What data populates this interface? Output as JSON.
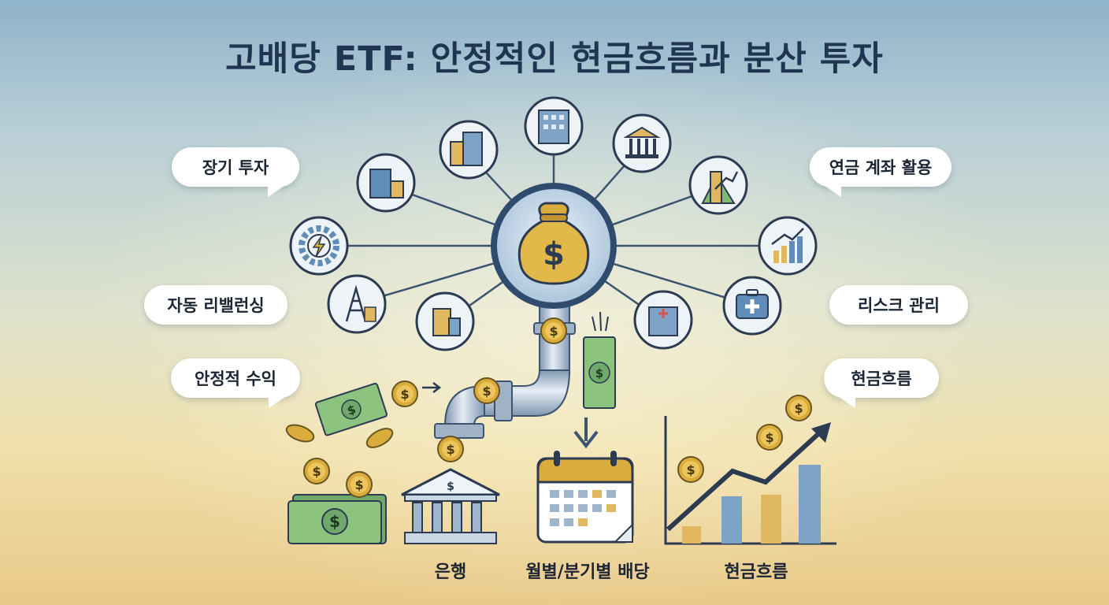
{
  "title": "고배당 ETF: 안정적인 현금흐름과 분산 투자",
  "bubbles": {
    "long_term": "장기 투자",
    "rebalancing": "자동 리밸런싱",
    "stable_return": "안정적 수익",
    "pension": "연금 계좌 활용",
    "risk": "리스크 관리",
    "cashflow": "현금흐름"
  },
  "captions": {
    "bank": "은행",
    "dividend": "월별/분기별 배당",
    "cashflow": "현금흐름"
  },
  "icons": {
    "hub": "money-bag-icon",
    "satellites": [
      "gear-bolt-icon",
      "office-building-icon",
      "skyscraper-icon",
      "city-tower-icon",
      "bank-building-icon",
      "mountain-growth-icon",
      "rising-bar-chart-icon",
      "medical-kit-icon",
      "hospital-icon",
      "factory-icon",
      "oil-rig-icon"
    ]
  },
  "colors": {
    "title": "#1f3552",
    "navy": "#2f4b6e",
    "gold": "#d9ac3b",
    "green": "#7fba72",
    "blue": "#5f8db8"
  }
}
